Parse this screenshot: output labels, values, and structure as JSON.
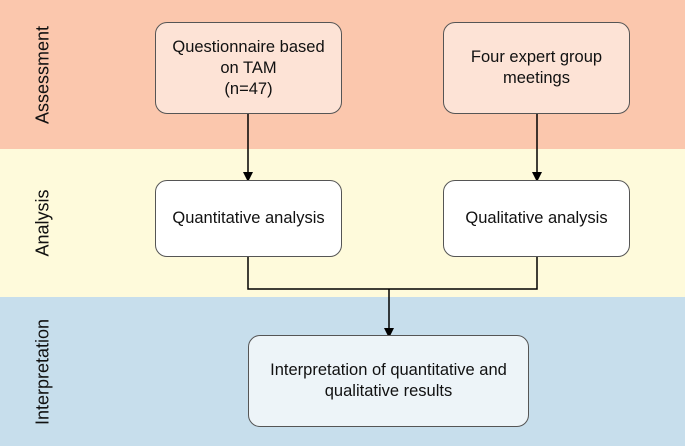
{
  "bands": {
    "assessment": "Assessment",
    "analysis": "Analysis",
    "interpretation": "Interpretation"
  },
  "boxes": {
    "questionnaire": "Questionnaire based\non TAM\n(n=47)",
    "expert_meetings": "Four expert group\nmeetings",
    "quantitative": "Quantitative analysis",
    "qualitative": "Qualitative analysis",
    "interpretation": "Interpretation of quantitative and\nqualitative results"
  },
  "colors": {
    "assessment_band": "#fbc7ad",
    "analysis_band": "#fefadb",
    "interpretation_band": "#c7deec"
  }
}
